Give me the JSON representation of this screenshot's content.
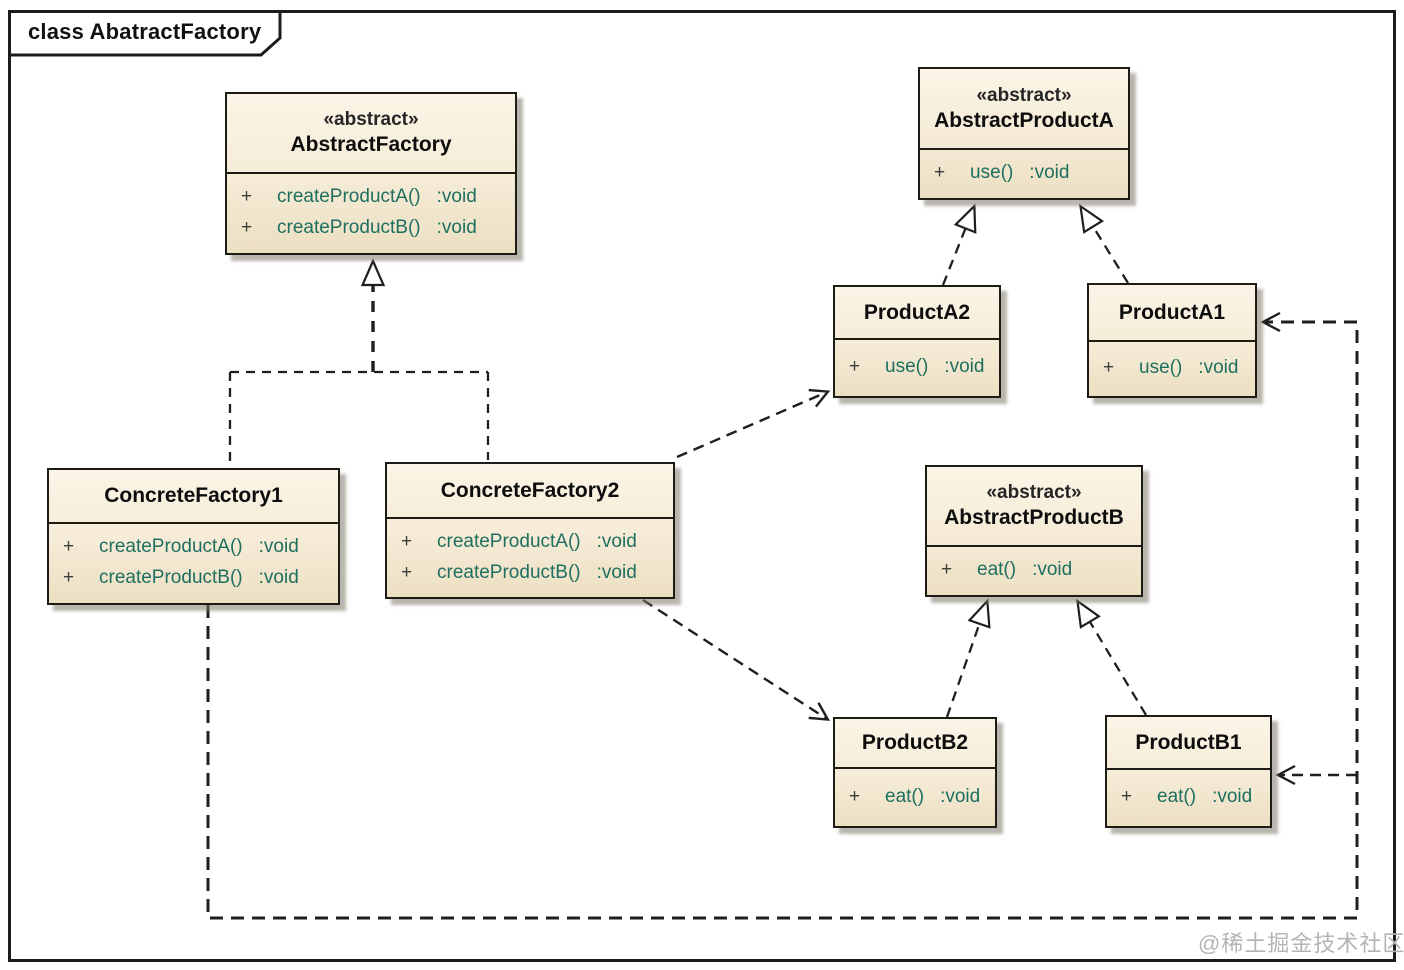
{
  "frame": {
    "title": "class AbatractFactory"
  },
  "watermark": {
    "text": "@稀土掘金技术社区"
  },
  "colors": {
    "box_fill_top": "#fbf5e7",
    "box_fill_bottom": "#ecdfc2",
    "box_border": "#1c1c14",
    "frame_border": "#1c1c1c",
    "method_text": "#1e6f60",
    "visibility_text": "#3d3d3d",
    "title_text": "#0d0d0d",
    "watermark_text": "#b4b4b4",
    "connector": "#1f1f1f"
  },
  "classes": [
    {
      "id": "abstract-factory",
      "stereotype": "«abstract»",
      "name": "AbstractFactory",
      "methods": [
        {
          "visibility": "+",
          "signature": "createProductA()",
          "returns": ":void"
        },
        {
          "visibility": "+",
          "signature": "createProductB()",
          "returns": ":void"
        }
      ]
    },
    {
      "id": "concrete-factory-1",
      "stereotype": "",
      "name": "ConcreteFactory1",
      "methods": [
        {
          "visibility": "+",
          "signature": "createProductA()",
          "returns": ":void"
        },
        {
          "visibility": "+",
          "signature": "createProductB()",
          "returns": ":void"
        }
      ]
    },
    {
      "id": "concrete-factory-2",
      "stereotype": "",
      "name": "ConcreteFactory2",
      "methods": [
        {
          "visibility": "+",
          "signature": "createProductA()",
          "returns": ":void"
        },
        {
          "visibility": "+",
          "signature": "createProductB()",
          "returns": ":void"
        }
      ]
    },
    {
      "id": "abstract-product-a",
      "stereotype": "«abstract»",
      "name": "AbstractProductA",
      "methods": [
        {
          "visibility": "+",
          "signature": "use()",
          "returns": ":void"
        }
      ]
    },
    {
      "id": "product-a2",
      "stereotype": "",
      "name": "ProductA2",
      "methods": [
        {
          "visibility": "+",
          "signature": "use()",
          "returns": ":void"
        }
      ]
    },
    {
      "id": "product-a1",
      "stereotype": "",
      "name": "ProductA1",
      "methods": [
        {
          "visibility": "+",
          "signature": "use()",
          "returns": ":void"
        }
      ]
    },
    {
      "id": "abstract-product-b",
      "stereotype": "«abstract»",
      "name": "AbstractProductB",
      "methods": [
        {
          "visibility": "+",
          "signature": "eat()",
          "returns": ":void"
        }
      ]
    },
    {
      "id": "product-b2",
      "stereotype": "",
      "name": "ProductB2",
      "methods": [
        {
          "visibility": "+",
          "signature": "eat()",
          "returns": ":void"
        }
      ]
    },
    {
      "id": "product-b1",
      "stereotype": "",
      "name": "ProductB1",
      "methods": [
        {
          "visibility": "+",
          "signature": "eat()",
          "returns": ":void"
        }
      ]
    }
  ],
  "relationships": [
    {
      "type": "realization",
      "from": "ConcreteFactory1",
      "to": "AbstractFactory"
    },
    {
      "type": "realization",
      "from": "ConcreteFactory2",
      "to": "AbstractFactory"
    },
    {
      "type": "realization",
      "from": "ProductA2",
      "to": "AbstractProductA"
    },
    {
      "type": "realization",
      "from": "ProductA1",
      "to": "AbstractProductA"
    },
    {
      "type": "realization",
      "from": "ProductB2",
      "to": "AbstractProductB"
    },
    {
      "type": "realization",
      "from": "ProductB1",
      "to": "AbstractProductB"
    },
    {
      "type": "dependency",
      "from": "ConcreteFactory2",
      "to": "ProductA2"
    },
    {
      "type": "dependency",
      "from": "ConcreteFactory2",
      "to": "ProductB2"
    },
    {
      "type": "dependency",
      "from": "ConcreteFactory1",
      "to": "ProductA1"
    },
    {
      "type": "dependency",
      "from": "ConcreteFactory1",
      "to": "ProductB1"
    }
  ]
}
